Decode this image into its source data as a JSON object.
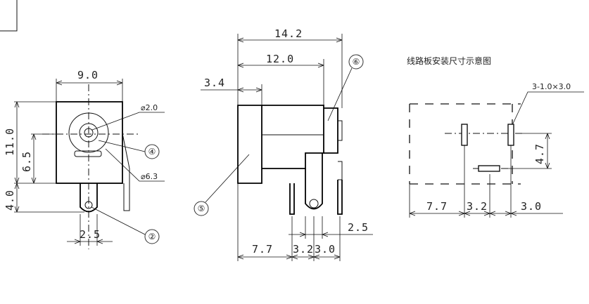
{
  "front_view": {
    "width_dim": "9.0",
    "height_dim": "11.0",
    "center_height_dim": "6.5",
    "pin_length_dim": "4.0",
    "pin_width_dim": "2.5",
    "inner_diameter": "⌀2.0",
    "outer_diameter": "⌀6.3"
  },
  "side_view": {
    "overall_length_dim": "14.2",
    "body_length_dim": "12.0",
    "front_ring_dim": "3.4",
    "pin_offset_a_dim": "7.7",
    "pin_offset_b_dim": "3.2",
    "pin_offset_c_dim": "3.0",
    "pin_width_dim": "2.5"
  },
  "pcb_layout": {
    "title": "线路板安装尺寸示意图",
    "slot_label": "3-1.0×3.0",
    "vertical_dim": "4.7",
    "horizontal_dims": [
      "7.7",
      "3.2",
      "3.0"
    ]
  },
  "callouts": [
    "②",
    "④",
    "⑤",
    "⑥"
  ]
}
